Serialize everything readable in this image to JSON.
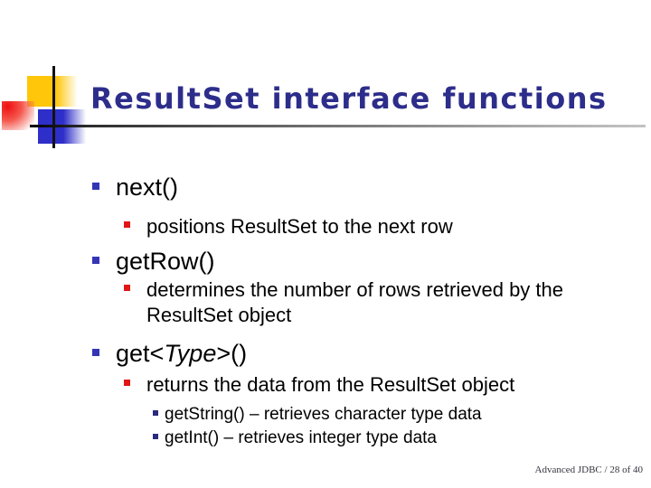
{
  "slide": {
    "title": "ResultSet interface functions",
    "footer": "Advanced JDBC / 28 of 40",
    "colors": {
      "title_text": "#2d2d8b",
      "body_text": "#000000",
      "bullet_level1": "#3434b6",
      "bullet_level2": "#e11616",
      "bullet_level3": "#2a2a7e",
      "deco_yellow": "#ffc60a",
      "deco_red": "#ee1010",
      "deco_blue": "#2e2ec8",
      "underline_gradient_start": "#000000",
      "underline_gradient_end": "#c3c3c3"
    },
    "bullets": [
      {
        "level": 1,
        "text": "next()"
      },
      {
        "level": 2,
        "text": "positions ResultSet to the next row"
      },
      {
        "level": 1,
        "text": "getRow()"
      },
      {
        "level": 2,
        "text": "determines the number of rows retrieved by the ResultSet object"
      },
      {
        "level": 1,
        "pre": "get<",
        "italic": "Type",
        "post": ">()"
      },
      {
        "level": 2,
        "text": "returns the data from the ResultSet object"
      },
      {
        "level": 3,
        "text": "getString() – retrieves character type data"
      },
      {
        "level": 3,
        "text": "getInt() – retrieves integer type data"
      }
    ]
  }
}
